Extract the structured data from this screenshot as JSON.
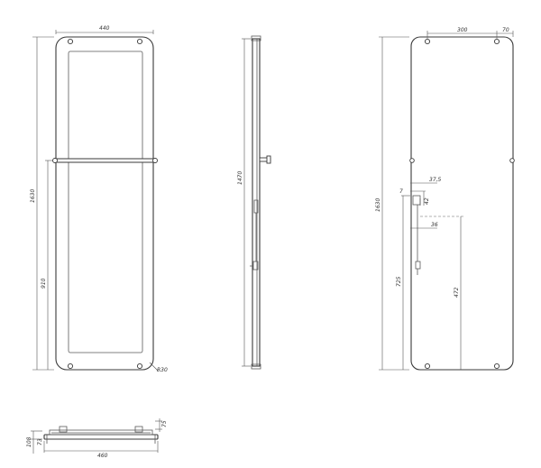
{
  "dimensions": {
    "front_width": "440",
    "front_height": "1630",
    "front_bar_height": "910",
    "front_corner": "R30",
    "side_height": "1470",
    "back_top_spacing": "300",
    "back_top_edge": "70",
    "back_height": "1630",
    "back_conn_1": "37,5",
    "back_conn_2": "7",
    "back_conn_3": "42",
    "back_conn_4": "36",
    "back_height_725": "725",
    "back_height_472": "472",
    "bottom_depth_1": "108",
    "bottom_depth_2": "73",
    "bottom_offset": "75",
    "bottom_width": "460"
  }
}
